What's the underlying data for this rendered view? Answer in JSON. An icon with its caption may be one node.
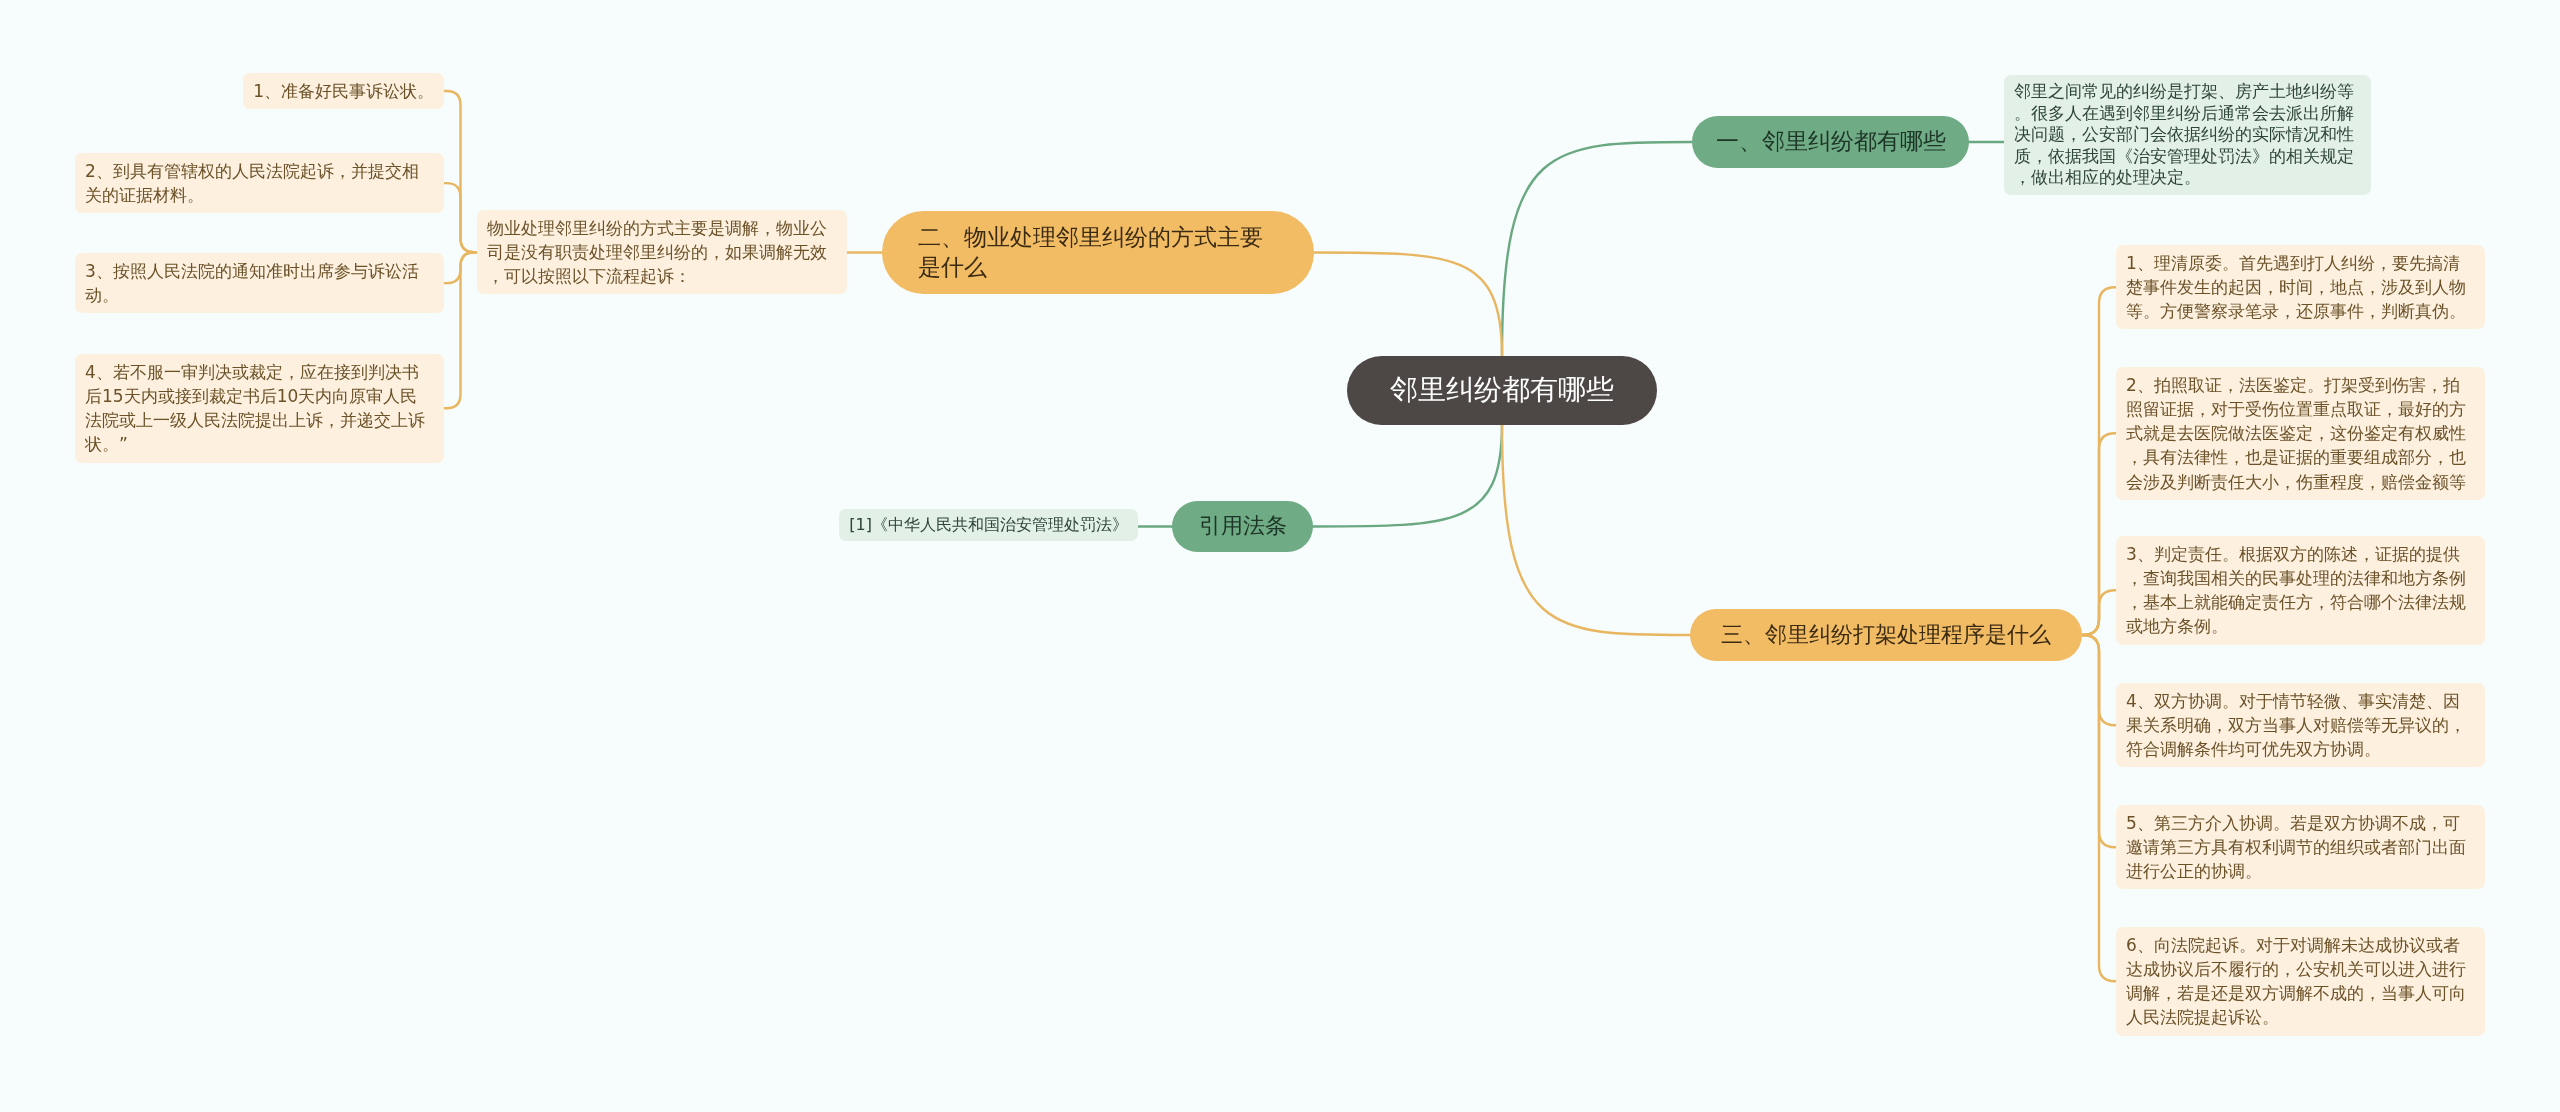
{
  "diagram": {
    "nodes": [
      {
        "text": [
          "邻里纠纷都有哪些"
        ]
      },
      {
        "text": [
          "一、邻里纠纷都有哪些"
        ]
      },
      {
        "text": [
          "邻里之间常见的纠纷是打架、房产土地纠纷等。很多人在遇到邻里纠纷后通常会去派出所解决问题，公安部门会依据纠纷的实际情况和性质，依据我国《治安管理处罚法》的相关规定，做出相应的处理决定。"
        ]
      },
      {
        "text": [
          "二、物业处理邻里纠纷的方式主要是什么"
        ]
      },
      {
        "text": [
          "物业处理邻里纠纷的方式主要是调解，物业公司是没有职责处理邻里纠纷的，如果调解无效，可以按照以下流程起诉："
        ]
      },
      {
        "text": [
          "1、准备好民事诉讼状。"
        ]
      },
      {
        "text": [
          "2、到具有管辖权的人民法院起诉，并提交相关的证据材料。"
        ]
      },
      {
        "text": [
          "3、按照人民法院的通知准时出席参与诉讼活动。"
        ]
      },
      {
        "text": [
          "4、若不服一审判决或裁定，应在接到判决书后15天内或接到裁定书后10天内向原审人民法院或上一级人民法院提出上诉，并递交上诉状。”"
        ]
      },
      {
        "text": [
          "引用法条"
        ]
      },
      {
        "text": [
          "[1]《中华人民共和国治安管理处罚法》"
        ]
      },
      {
        "text": [
          "三、邻里纠纷打架处理程序是什么"
        ]
      },
      {
        "text": [
          "1、理清原委。首先遇到打人纠纷，要先搞清楚事件发生的起因，时间，地点，涉及到人物等。方便警察录笔录，还原事件，判断真伪。"
        ]
      },
      {
        "text": [
          "2、拍照取证，法医鉴定。打架受到伤害，拍照留证据，对于受伤位置重点取证，最好的方式就是去医院做法医鉴定，这份鉴定有权威性，具有法律性，也是证据的重要组成部分，也会涉及判断责任大小，伤重程度，赔偿金额等"
        ]
      },
      {
        "text": [
          "3、判定责任。根据双方的陈述，证据的提供，查询我国相关的民事处理的法律和地方条例，基本上就能确定责任方，符合哪个法律法规或地方条例。"
        ]
      },
      {
        "text": [
          "4、双方协调。对于情节轻微、事实清楚、因果关系明确，双方当事人对赔偿等无异议的，符合调解条件均可优先双方协调。"
        ]
      },
      {
        "text": [
          "5、第三方介入协调。若是双方协调不成，可邀请第三方具有权利调节的组织或者部门出面进行公正的协调。"
        ]
      },
      {
        "text": [
          "6、向法院起诉。对于对调解未达成协议或者达成协议后不履行的，公安机关可以进入进行调解，若是还是双方调解不成的，当事人可向人民法院提起诉讼。"
        ]
      }
    ],
    "edges": [
      {
        "from": 0,
        "to": 1,
        "arrow": "none",
        "color": "#6aa882"
      },
      {
        "from": 1,
        "to": 2,
        "arrow": "none",
        "color": "#6aa882"
      },
      {
        "from": 0,
        "to": 3,
        "arrow": "none"
      },
      {
        "from": 3,
        "to": 4,
        "arrow": "none"
      },
      {
        "from": 4,
        "to": 5,
        "arrow": "none"
      },
      {
        "from": 4,
        "to": 6,
        "arrow": "none"
      },
      {
        "from": 4,
        "to": 7,
        "arrow": "none"
      },
      {
        "from": 4,
        "to": 8,
        "arrow": "none"
      },
      {
        "from": 0,
        "to": 9,
        "arrow": "none",
        "color": "#6aa882"
      },
      {
        "from": 9,
        "to": 10,
        "arrow": "none",
        "color": "#6aa882"
      },
      {
        "from": 0,
        "to": 11,
        "arrow": "none"
      },
      {
        "from": 11,
        "to": 12,
        "arrow": "none"
      },
      {
        "from": 11,
        "to": 13,
        "arrow": "none"
      },
      {
        "from": 11,
        "to": 14,
        "arrow": "none"
      },
      {
        "from": 11,
        "to": 15,
        "arrow": "none"
      },
      {
        "from": 11,
        "to": 16,
        "arrow": "none"
      },
      {
        "from": 11,
        "to": 17,
        "arrow": "none"
      }
    ]
  }
}
